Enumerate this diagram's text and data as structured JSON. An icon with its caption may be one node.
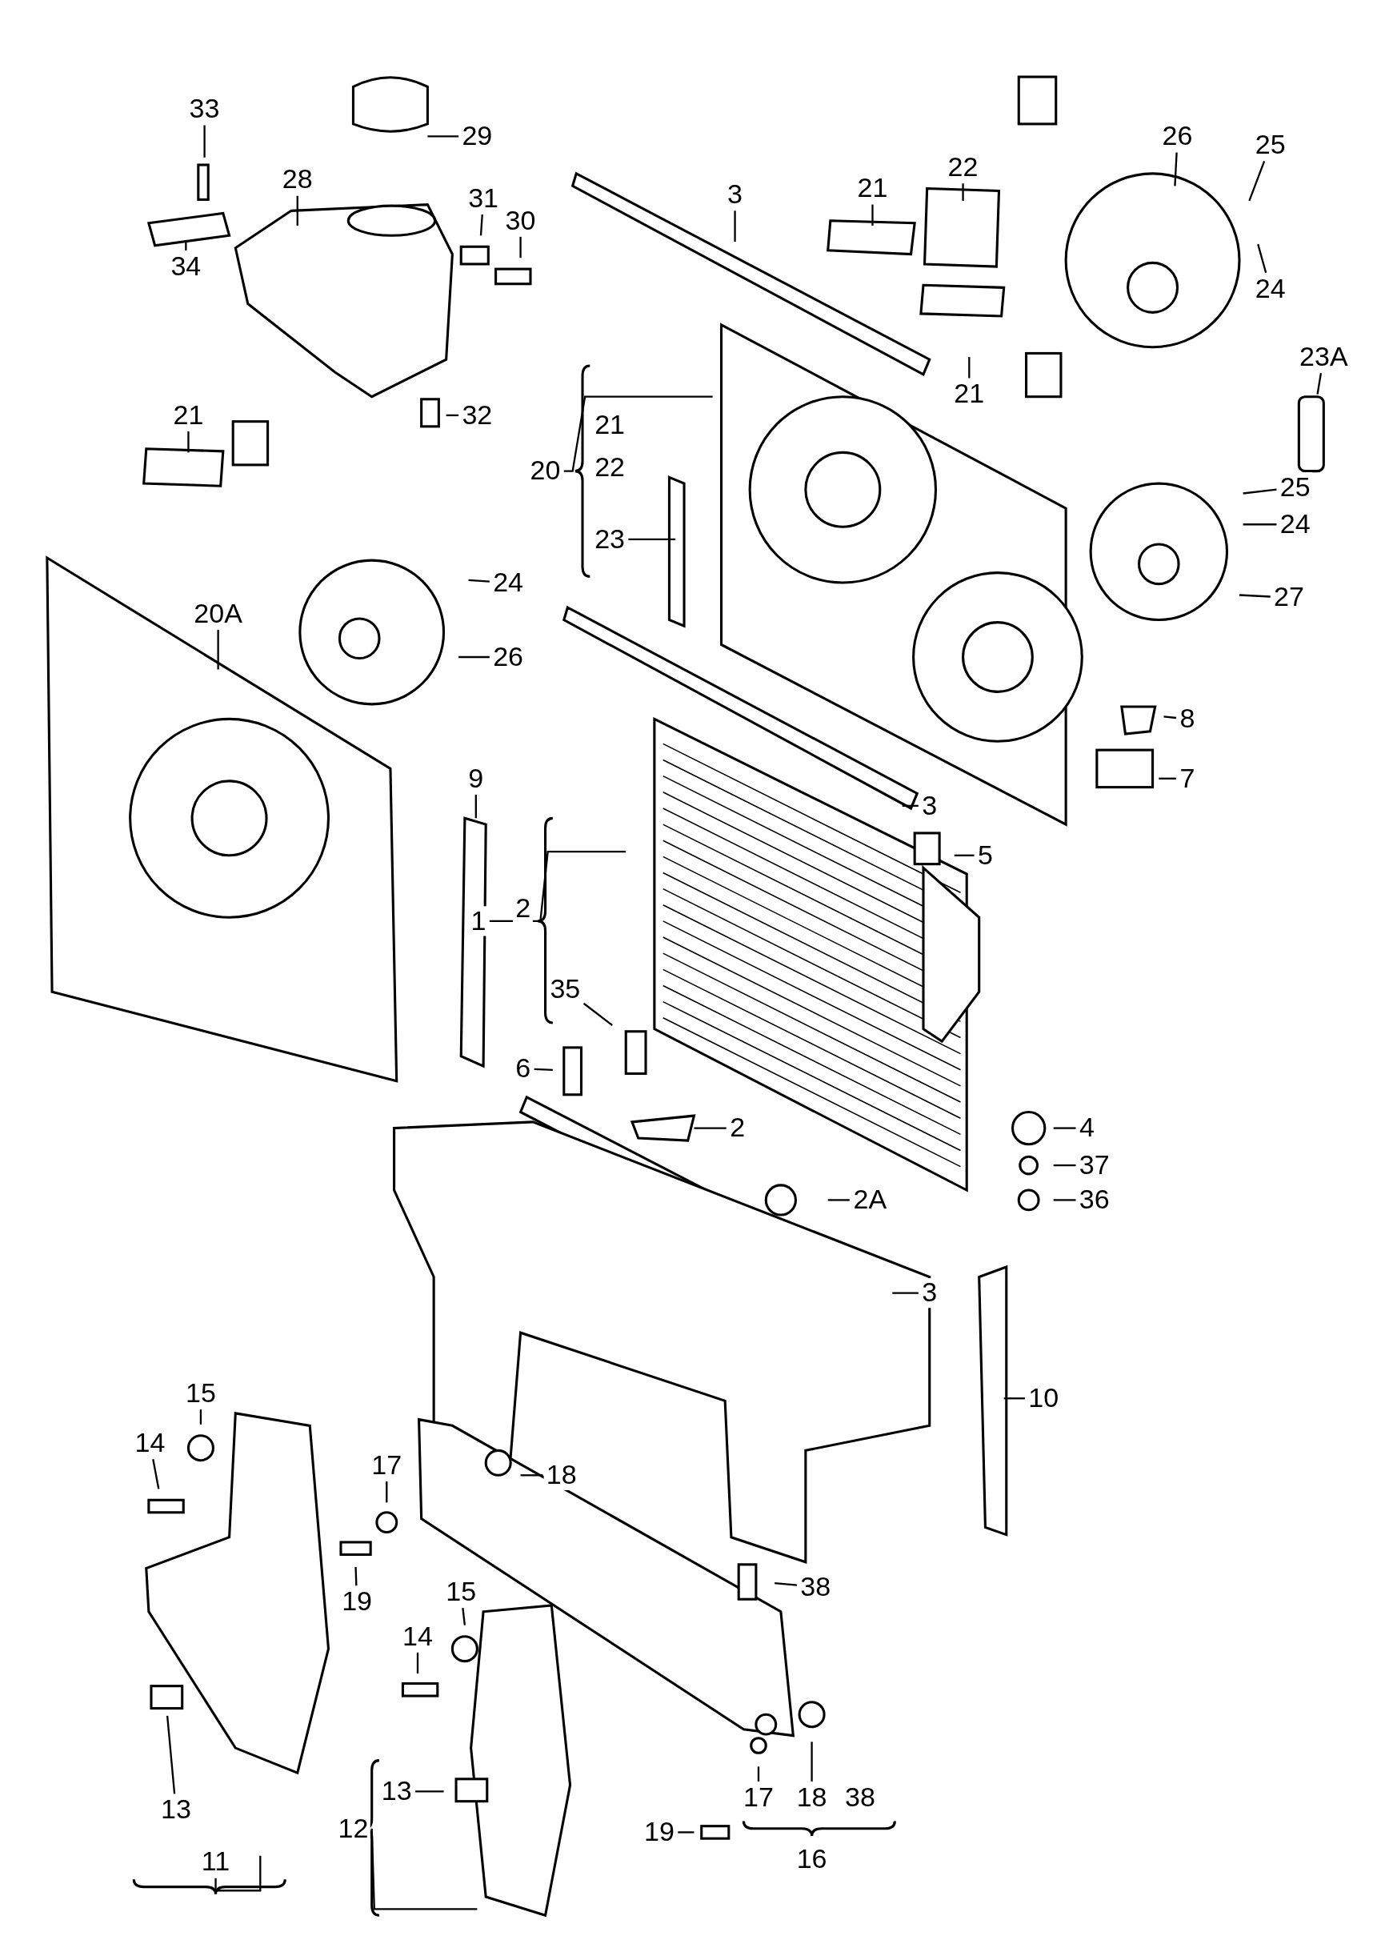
{
  "diagram": {
    "nodes": [
      {
        "text": [
          "33"
        ]
      },
      {
        "text": [
          "29"
        ]
      },
      {
        "text": [
          "26"
        ]
      },
      {
        "text": [
          "25"
        ]
      },
      {
        "text": [
          "22"
        ]
      },
      {
        "text": [
          "28"
        ]
      },
      {
        "text": [
          "21"
        ]
      },
      {
        "text": [
          "3"
        ]
      },
      {
        "text": [
          "31"
        ]
      },
      {
        "text": [
          "30"
        ]
      },
      {
        "text": [
          "34"
        ]
      },
      {
        "text": [
          "24"
        ]
      },
      {
        "text": [
          "23A"
        ]
      },
      {
        "text": [
          "21"
        ]
      },
      {
        "text": [
          "32"
        ]
      },
      {
        "text": [
          "21"
        ]
      },
      {
        "text": [
          "21"
        ]
      },
      {
        "text": [
          "20"
        ]
      },
      {
        "text": [
          "22"
        ]
      },
      {
        "text": [
          "25"
        ]
      },
      {
        "text": [
          "24"
        ]
      },
      {
        "text": [
          "23"
        ]
      },
      {
        "text": [
          "24"
        ]
      },
      {
        "text": [
          "27"
        ]
      },
      {
        "text": [
          "20A"
        ]
      },
      {
        "text": [
          "26"
        ]
      },
      {
        "text": [
          "8"
        ]
      },
      {
        "text": [
          "9"
        ]
      },
      {
        "text": [
          "7"
        ]
      },
      {
        "text": [
          "3"
        ]
      },
      {
        "text": [
          "5"
        ]
      },
      {
        "text": [
          "2"
        ]
      },
      {
        "text": [
          "1"
        ]
      },
      {
        "text": [
          "35"
        ]
      },
      {
        "text": [
          "6"
        ]
      },
      {
        "text": [
          "2"
        ]
      },
      {
        "text": [
          "4"
        ]
      },
      {
        "text": [
          "37"
        ]
      },
      {
        "text": [
          "2A"
        ]
      },
      {
        "text": [
          "36"
        ]
      },
      {
        "text": [
          "3"
        ]
      },
      {
        "text": [
          "10"
        ]
      },
      {
        "text": [
          "15"
        ]
      },
      {
        "text": [
          "14"
        ]
      },
      {
        "text": [
          "17"
        ]
      },
      {
        "text": [
          "18"
        ]
      },
      {
        "text": [
          "38"
        ]
      },
      {
        "text": [
          "19"
        ]
      },
      {
        "text": [
          "15"
        ]
      },
      {
        "text": [
          "14"
        ]
      },
      {
        "text": [
          "13"
        ]
      },
      {
        "text": [
          "17"
        ]
      },
      {
        "text": [
          "18"
        ]
      },
      {
        "text": [
          "38"
        ]
      },
      {
        "text": [
          "13"
        ]
      },
      {
        "text": [
          "12"
        ]
      },
      {
        "text": [
          "19"
        ]
      },
      {
        "text": [
          "11"
        ]
      },
      {
        "text": [
          "16"
        ]
      }
    ],
    "edges": [
      {
        "from": 0,
        "to": null,
        "arrow": "none"
      },
      {
        "from": 1,
        "to": null,
        "arrow": "none"
      },
      {
        "from": 2,
        "to": null,
        "arrow": "none"
      },
      {
        "from": 3,
        "to": null,
        "arrow": "none"
      },
      {
        "from": 4,
        "to": null,
        "arrow": "none"
      },
      {
        "from": 5,
        "to": null,
        "arrow": "none"
      },
      {
        "from": 6,
        "to": null,
        "arrow": "none"
      },
      {
        "from": 7,
        "to": null,
        "arrow": "none"
      },
      {
        "from": 8,
        "to": null,
        "arrow": "none"
      },
      {
        "from": 9,
        "to": null,
        "arrow": "none"
      },
      {
        "from": 10,
        "to": null,
        "arrow": "none"
      },
      {
        "from": 11,
        "to": null,
        "arrow": "none"
      },
      {
        "from": 12,
        "to": null,
        "arrow": "none"
      },
      {
        "from": 13,
        "to": null,
        "arrow": "none"
      },
      {
        "from": 14,
        "to": null,
        "arrow": "none"
      },
      {
        "from": 15,
        "to": null,
        "arrow": "none"
      },
      {
        "from": 17,
        "to": null,
        "arrow": "none"
      },
      {
        "from": 19,
        "to": null,
        "arrow": "none"
      },
      {
        "from": 20,
        "to": null,
        "arrow": "none"
      },
      {
        "from": 21,
        "to": null,
        "arrow": "none"
      },
      {
        "from": 22,
        "to": null,
        "arrow": "none"
      },
      {
        "from": 23,
        "to": null,
        "arrow": "none"
      },
      {
        "from": 24,
        "to": null,
        "arrow": "none"
      },
      {
        "from": 25,
        "to": null,
        "arrow": "none"
      },
      {
        "from": 26,
        "to": null,
        "arrow": "none"
      },
      {
        "from": 27,
        "to": null,
        "arrow": "none"
      },
      {
        "from": 28,
        "to": null,
        "arrow": "none"
      },
      {
        "from": 29,
        "to": null,
        "arrow": "none"
      },
      {
        "from": 30,
        "to": null,
        "arrow": "none"
      },
      {
        "from": 32,
        "to": null,
        "arrow": "none"
      },
      {
        "from": 33,
        "to": null,
        "arrow": "none"
      },
      {
        "from": 34,
        "to": null,
        "arrow": "none"
      },
      {
        "from": 35,
        "to": null,
        "arrow": "none"
      },
      {
        "from": 36,
        "to": null,
        "arrow": "none"
      },
      {
        "from": 37,
        "to": null,
        "arrow": "none"
      },
      {
        "from": 38,
        "to": null,
        "arrow": "none"
      },
      {
        "from": 39,
        "to": null,
        "arrow": "none"
      },
      {
        "from": 40,
        "to": null,
        "arrow": "none"
      },
      {
        "from": 41,
        "to": null,
        "arrow": "none"
      },
      {
        "from": 42,
        "to": null,
        "arrow": "none"
      },
      {
        "from": 43,
        "to": null,
        "arrow": "none"
      },
      {
        "from": 44,
        "to": null,
        "arrow": "none"
      },
      {
        "from": 45,
        "to": null,
        "arrow": "none"
      },
      {
        "from": 46,
        "to": null,
        "arrow": "none"
      },
      {
        "from": 47,
        "to": null,
        "arrow": "none"
      },
      {
        "from": 48,
        "to": null,
        "arrow": "none"
      },
      {
        "from": 49,
        "to": null,
        "arrow": "none"
      },
      {
        "from": 50,
        "to": null,
        "arrow": "none"
      },
      {
        "from": 51,
        "to": null,
        "arrow": "none"
      },
      {
        "from": 52,
        "to": null,
        "arrow": "none"
      },
      {
        "from": 54,
        "to": null,
        "arrow": "none"
      },
      {
        "from": 55,
        "to": null,
        "arrow": "none"
      },
      {
        "from": 56,
        "to": null,
        "arrow": "none"
      },
      {
        "from": 57,
        "to": null,
        "arrow": "none"
      }
    ]
  }
}
